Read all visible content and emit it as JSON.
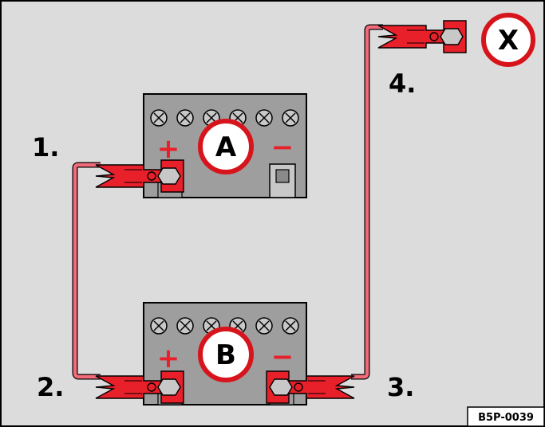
{
  "diagram": {
    "step_labels": [
      "1.",
      "2.",
      "3.",
      "4."
    ],
    "battery_a": {
      "letter": "A",
      "plus": "+",
      "minus": "−"
    },
    "battery_b": {
      "letter": "B",
      "plus": "+",
      "minus": "−"
    },
    "ground_point": {
      "letter": "X"
    },
    "figure_code": "B5P-0039"
  },
  "colors": {
    "background": "#dcdcdc",
    "frame": "#000000",
    "battery_body": "#9e9e9e",
    "terminal_cap": "#c8c8c8",
    "clamp_red": "#e8202a",
    "cable_pink": "#f26b7a",
    "badge_ring": "#d7141c",
    "badge_fill": "#ffffff"
  }
}
